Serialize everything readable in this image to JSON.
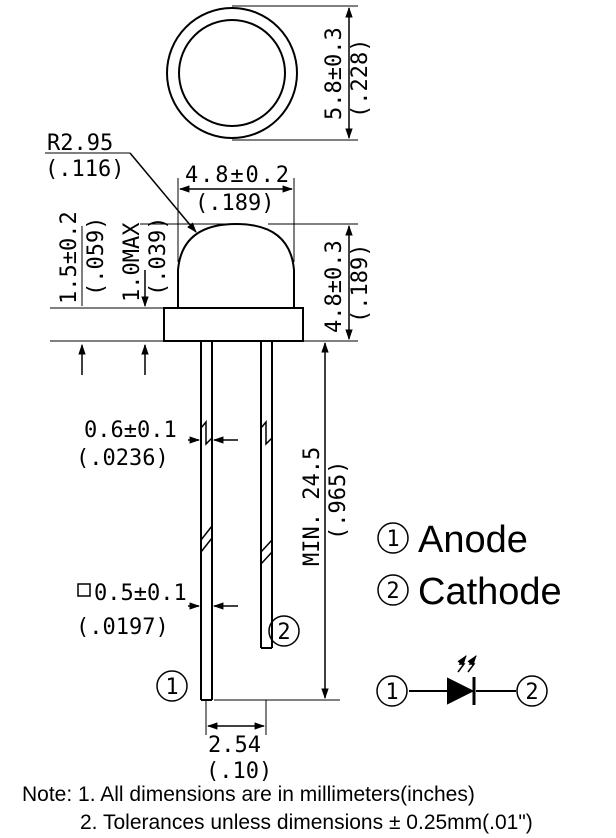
{
  "dimensions": {
    "diameter_mm": "5.8±0.3",
    "diameter_in": "(.228)",
    "radius_mm": "R2.95",
    "radius_in": "(.116)",
    "body_width_mm": "4.8±0.2",
    "body_width_in": "(.189)",
    "dome_height_mm": "1.5±0.2",
    "dome_height_in": "(.059)",
    "flange_max_mm": "1.0MAX",
    "flange_max_in": "(.039)",
    "body_height_mm": "4.8±0.3",
    "body_height_in": "(.189)",
    "lead_dia_mm": "0.6±0.1",
    "lead_dia_in": "(.0236)",
    "lead_square_mm": "0.5±0.1",
    "lead_square_in": "(.0197)",
    "lead_length_mm": "MIN. 24.5",
    "lead_length_in": "(.965)",
    "pitch_mm": "2.54",
    "pitch_in": "(.10)"
  },
  "pins": {
    "pin1_marker": "1",
    "pin2_marker": "2",
    "pin1_label": "Anode",
    "pin2_label": "Cathode"
  },
  "notes": {
    "line1": "Note: 1. All dimensions are in millimeters(inches)",
    "line2": "2. Tolerances unless dimensions ± 0.25mm(.01\")"
  }
}
